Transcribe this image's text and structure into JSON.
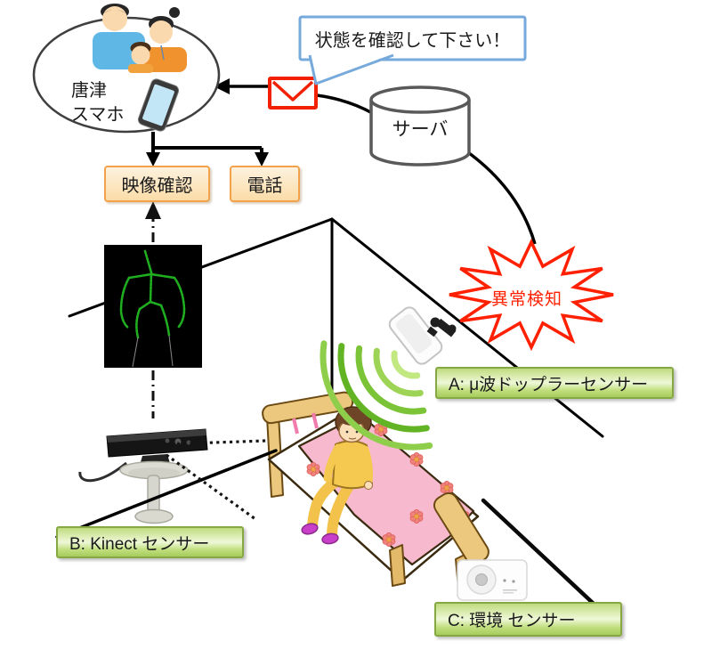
{
  "family": {
    "line1": "唐津",
    "line2": "スマホ"
  },
  "speech_bubble": {
    "text": "状態を確認して下さい！"
  },
  "server": {
    "label": "サーバ"
  },
  "actions": {
    "video": "映像確認",
    "phone": "電話"
  },
  "alert": {
    "text": "異常検知"
  },
  "sensors": {
    "a": {
      "label": "A: μ波ドップラーセンサー"
    },
    "b": {
      "label": "B: Kinect センサー"
    },
    "c": {
      "label": "C: 環境 センサー"
    }
  },
  "icons": {
    "family": "family-avatar",
    "smartphone": "smartphone-icon",
    "envelope": "mail-envelope-icon",
    "server": "database-cylinder-icon",
    "skeleton": "kinect-skeleton-display",
    "kinect": "kinect-sensor-icon",
    "doppler": "doppler-sensor-icon",
    "waves": "radio-waves-icon",
    "env_sensor": "environment-sensor-icon",
    "bed": "bed-illustration",
    "person": "elderly-person",
    "alert_burst": "alert-starburst-icon"
  },
  "colors": {
    "alert_red": "#FF2000",
    "bubble_blue": "#76A9DC",
    "label_green_border": "#86A842",
    "action_orange_border": "#F2A24A",
    "wave_green": "#7BC437",
    "skeleton_green": "#1FAE1F"
  }
}
